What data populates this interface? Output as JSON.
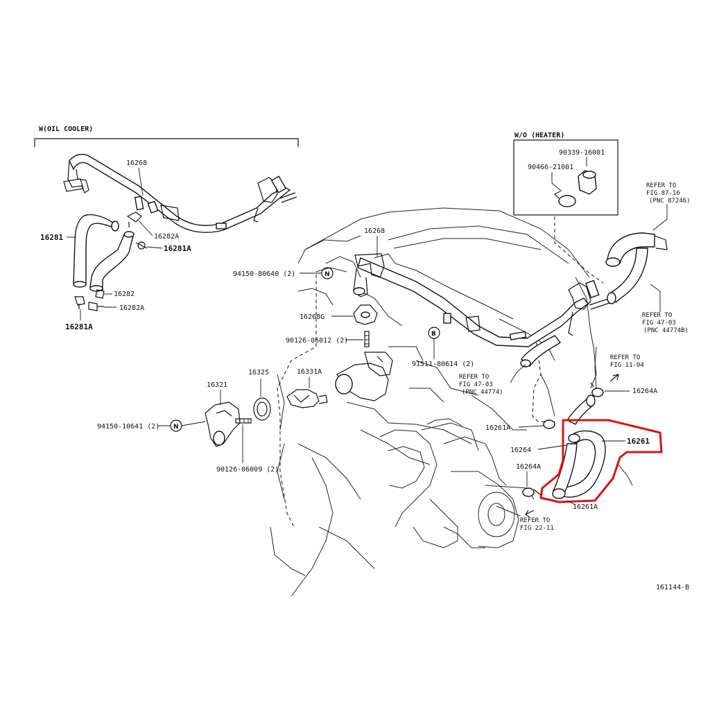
{
  "diagram_id": "161144-B",
  "sections": {
    "oil_cooler_label": "W(OIL COOLER)",
    "heater_label": "W/O (HEATER)"
  },
  "parts": {
    "p16268_top": "16268",
    "p16281": "16281",
    "p16282A_top": "16282A",
    "p16281A_top": "16281A",
    "p16282": "16282",
    "p16282A_bot": "16282A",
    "p16281A_bot": "16281A",
    "p90339": "90339-16001",
    "p90466": "90466-21001",
    "p16268_main": "16268",
    "p94150_80640": "94150-80640 (2)",
    "p16268G": "16268G",
    "p90126_06012": "90126-06012 (2)",
    "p91511": "91511-80614 (2)",
    "p16325": "16325",
    "p16331A": "16331A",
    "p16321": "16321",
    "p94150_10641": "94150-10641 (2)",
    "p90126_06009": "90126-06009 (2)",
    "p16264A_right": "16264A",
    "p16261A_mid": "16261A",
    "p16261": "16261",
    "p16264": "16264",
    "p16264A_low": "16264A",
    "p16261A_low": "16261A"
  },
  "refs": {
    "fig87_l1": "REFER TO",
    "fig87_l2": "FIG 87-16",
    "fig87_l3": "(PNC 87246)",
    "fig47b_l1": "REFER TO",
    "fig47b_l2": "FIG 47-03",
    "fig47b_l3": "(PNC 44774B)",
    "fig11_l1": "REFER TO",
    "fig11_l2": "FIG 11-04",
    "fig47_l1": "REFER TO",
    "fig47_l2": "FIG 47-03",
    "fig47_l3": "(PNC 44774)",
    "fig22_l1": "REFER TO",
    "fig22_l2": "FIG 22-11"
  },
  "markers": {
    "n_top": "N",
    "n_left": "N",
    "b_mid": "B"
  },
  "colors": {
    "line": "#111111",
    "highlight": "#e01010",
    "background": "#ffffff"
  }
}
